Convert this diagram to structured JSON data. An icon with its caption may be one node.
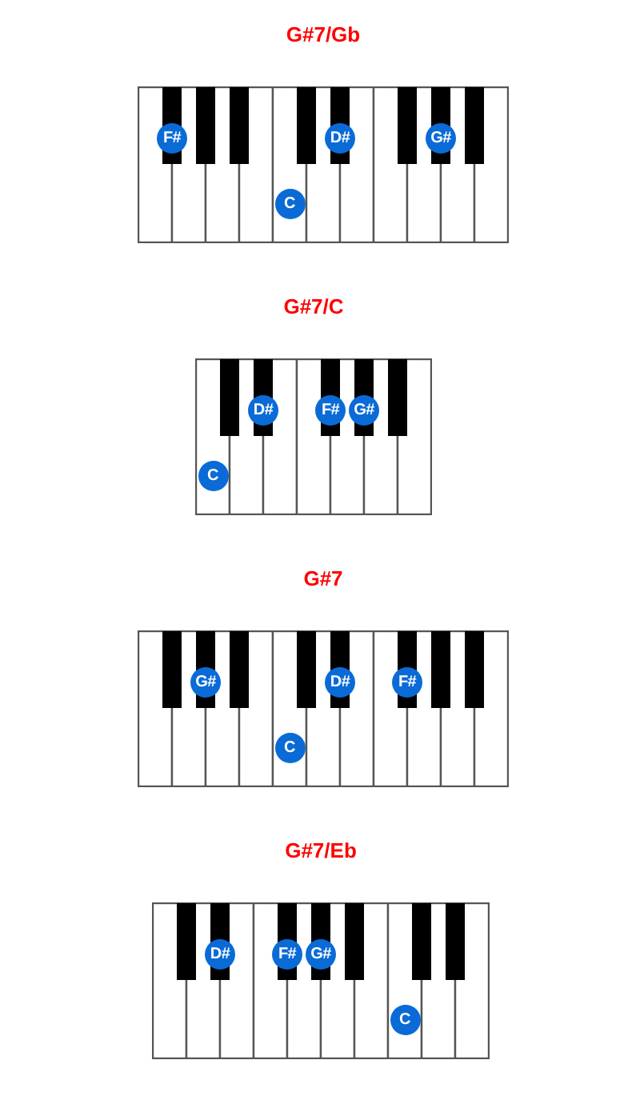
{
  "diagram": {
    "nodes": [
      {
        "text": [
          "G#7/Gb"
        ]
      },
      {
        "text": [
          "F#"
        ],
        "in": 0
      },
      {
        "text": [
          "D#"
        ],
        "in": 0
      },
      {
        "text": [
          "G#"
        ],
        "in": 0
      },
      {
        "text": [
          "C"
        ],
        "in": 0
      },
      {
        "text": [
          "G#7/C"
        ]
      },
      {
        "text": [
          "D#"
        ],
        "in": 5
      },
      {
        "text": [
          "F#"
        ],
        "in": 5
      },
      {
        "text": [
          "G#"
        ],
        "in": 5
      },
      {
        "text": [
          "C"
        ],
        "in": 5
      },
      {
        "text": [
          "G#7"
        ]
      },
      {
        "text": [
          "G#"
        ],
        "in": 10
      },
      {
        "text": [
          "D#"
        ],
        "in": 10
      },
      {
        "text": [
          "F#"
        ],
        "in": 10
      },
      {
        "text": [
          "C"
        ],
        "in": 10
      },
      {
        "text": [
          "G#7/Eb"
        ]
      },
      {
        "text": [
          "D#"
        ],
        "in": 15
      },
      {
        "text": [
          "F#"
        ],
        "in": 15
      },
      {
        "text": [
          "G#"
        ],
        "in": 15
      },
      {
        "text": [
          "C"
        ],
        "in": 15
      }
    ]
  }
}
